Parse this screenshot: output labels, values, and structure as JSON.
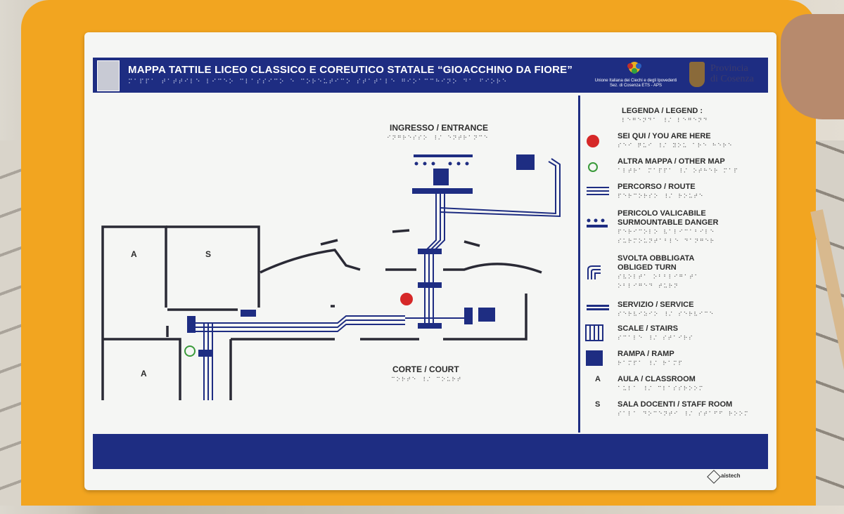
{
  "header": {
    "title": "MAPPA TATTILE LICEO CLASSICO E COREUTICO STATALE “GIOACCHINO DA FIORE”",
    "title_braille": "⠍⠁⠏⠏⠁ ⠞⠁⠞⠞⠊⠇⠑ ⠇⠊⠉⠑⠕ ⠉⠇⠁⠎⠎⠊⠉⠕ ⠑ ⠉⠕⠗⠑⠥⠞⠊⠉⠕ ⠎⠞⠁⠞⠁⠇⠑ ⠛⠊⠕⠁⠉⠉⠓⠊⠝⠕ ⠙⠁ ⠋⠊⠕⠗⠑",
    "org_line1": "Unione Italiana dei Ciechi e degli Ipovedenti",
    "org_line2": "Sez. di Cosenza ETS - APS",
    "province_line1": "Provincia",
    "province_line2": "di Cosenza"
  },
  "map": {
    "entrance_label": "INGRESSO / ENTRANCE",
    "entrance_braille": "⠊⠝⠛⠗⠑⠎⠎⠕ ⠸⠌ ⠑⠝⠞⠗⠁⠝⠉⠑",
    "court_label": "CORTE / COURT",
    "court_braille": "⠉⠕⠗⠞⠑ ⠸⠌ ⠉⠕⠥⠗⠞",
    "room_a1": "A",
    "room_s": "S",
    "room_a2": "A"
  },
  "legend": {
    "title": "LEGENDA / LEGEND :",
    "title_braille": "⠇⠑⠛⠑⠝⠙⠁ ⠸⠌ ⠇⠑⠛⠑⠝⠙",
    "items": [
      {
        "label": "SEI QUI / YOU ARE HERE",
        "braille": "⠎⠑⠊ ⠟⠥⠊ ⠸⠌ ⠽⠕⠥ ⠁⠗⠑ ⠓⠑⠗⠑"
      },
      {
        "label": "ALTRA MAPPA / OTHER MAP",
        "braille": "⠁⠇⠞⠗⠁ ⠍⠁⠏⠏⠁ ⠸⠌ ⠕⠞⠓⠑⠗ ⠍⠁⠏"
      },
      {
        "label": "PERCORSO / ROUTE",
        "braille": "⠏⠑⠗⠉⠕⠗⠎⠕ ⠸⠌ ⠗⠕⠥⠞⠑"
      },
      {
        "label": "PERICOLO VALICABILE",
        "label2": "SURMOUNTABLE DANGER",
        "braille": "⠏⠑⠗⠊⠉⠕⠇⠕ ⠧⠁⠇⠊⠉⠁⠃⠊⠇⠑",
        "braille2": "⠎⠥⠗⠍⠕⠥⠝⠞⠁⠃⠇⠑ ⠙⠁⠝⠛⠑⠗"
      },
      {
        "label": "SVOLTA OBBLIGATA",
        "label2": "OBLIGED TURN",
        "braille": "⠎⠧⠕⠇⠞⠁ ⠕⠃⠃⠇⠊⠛⠁⠞⠁",
        "braille2": "⠕⠃⠇⠊⠛⠑⠙ ⠞⠥⠗⠝"
      },
      {
        "label": "SERVIZIO / SERVICE",
        "braille": "⠎⠑⠗⠧⠊⠵⠊⠕ ⠸⠌ ⠎⠑⠗⠧⠊⠉⠑"
      },
      {
        "label": "SCALE / STAIRS",
        "braille": "⠎⠉⠁⠇⠑ ⠸⠌ ⠎⠞⠁⠊⠗⠎"
      },
      {
        "label": "RAMPA / RAMP",
        "braille": "⠗⠁⠍⠏⠁ ⠸⠌ ⠗⠁⠍⠏"
      },
      {
        "label": "AULA / CLASSROOM",
        "braille": "⠁⠥⠇⠁ ⠸⠌ ⠉⠇⠁⠎⠎⠗⠕⠕⠍",
        "letter": "A"
      },
      {
        "label": "SALA DOCENTI / STAFF ROOM",
        "braille": "⠎⠁⠇⠁ ⠙⠕⠉⠑⠝⠞⠊ ⠸⠌ ⠎⠞⠁⠋⠋ ⠗⠕⠕⠍",
        "letter": "S"
      }
    ]
  },
  "footer": {
    "brand": "aistech"
  },
  "colors": {
    "navy": "#1e2d82",
    "red": "#d62828",
    "green": "#3a9a3a",
    "board": "#f5f6f4",
    "backing": "#f2a520"
  }
}
